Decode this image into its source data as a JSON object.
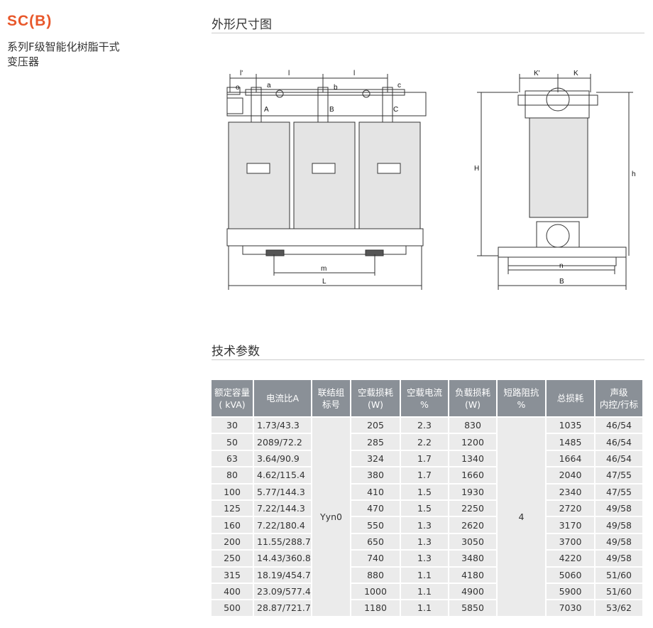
{
  "product": {
    "title": "SC(B)",
    "subtitle_line1": "系列F级智能化树脂干式",
    "subtitle_line2": "变压器"
  },
  "sections": {
    "dimensions": "外形尺寸图",
    "parameters": "技术参数"
  },
  "diagram_labels": {
    "front": {
      "l_prime": "l'",
      "l1": "l",
      "l2": "l",
      "o": "o",
      "a": "a",
      "b": "b",
      "c": "c",
      "A": "A",
      "B": "B",
      "C": "C",
      "m": "m",
      "L": "L"
    },
    "side": {
      "K_prime": "K'",
      "K": "K",
      "H": "H",
      "h": "h",
      "n": "n",
      "B": "B"
    }
  },
  "table": {
    "headers": [
      [
        "额定容量",
        "( kVA)"
      ],
      [
        "电流比A"
      ],
      [
        "联结组",
        "标号"
      ],
      [
        "空载损耗",
        "(W)"
      ],
      [
        "空载电流",
        "%"
      ],
      [
        "负载损耗",
        "(W)"
      ],
      [
        "短路阻抗",
        "%"
      ],
      [
        "总损耗"
      ],
      [
        "声级",
        "内控/行标"
      ]
    ],
    "connection": "Yyn0",
    "impedance": "4",
    "rows": [
      [
        "30",
        "1.73/43.3",
        "205",
        "2.3",
        "830",
        "1035",
        "46/54"
      ],
      [
        "50",
        "2089/72.2",
        "285",
        "2.2",
        "1200",
        "1485",
        "46/54"
      ],
      [
        "63",
        "3.64/90.9",
        "324",
        "1.7",
        "1340",
        "1664",
        "46/54"
      ],
      [
        "80",
        "4.62/115.4",
        "380",
        "1.7",
        "1660",
        "2040",
        "47/55"
      ],
      [
        "100",
        "5.77/144.3",
        "410",
        "1.5",
        "1930",
        "2340",
        "47/55"
      ],
      [
        "125",
        "7.22/144.3",
        "470",
        "1.5",
        "2250",
        "2720",
        "49/58"
      ],
      [
        "160",
        "7.22/180.4",
        "550",
        "1.3",
        "2620",
        "3170",
        "49/58"
      ],
      [
        "200",
        "11.55/288.7",
        "650",
        "1.3",
        "3050",
        "3700",
        "49/58"
      ],
      [
        "250",
        "14.43/360.8",
        "740",
        "1.3",
        "3480",
        "4220",
        "49/58"
      ],
      [
        "315",
        "18.19/454.7",
        "880",
        "1.1",
        "4180",
        "5060",
        "51/60"
      ],
      [
        "400",
        "23.09/577.4",
        "1000",
        "1.1",
        "4900",
        "5900",
        "51/60"
      ],
      [
        "500",
        "28.87/721.7",
        "1180",
        "1.1",
        "5850",
        "7030",
        "53/62"
      ]
    ]
  }
}
